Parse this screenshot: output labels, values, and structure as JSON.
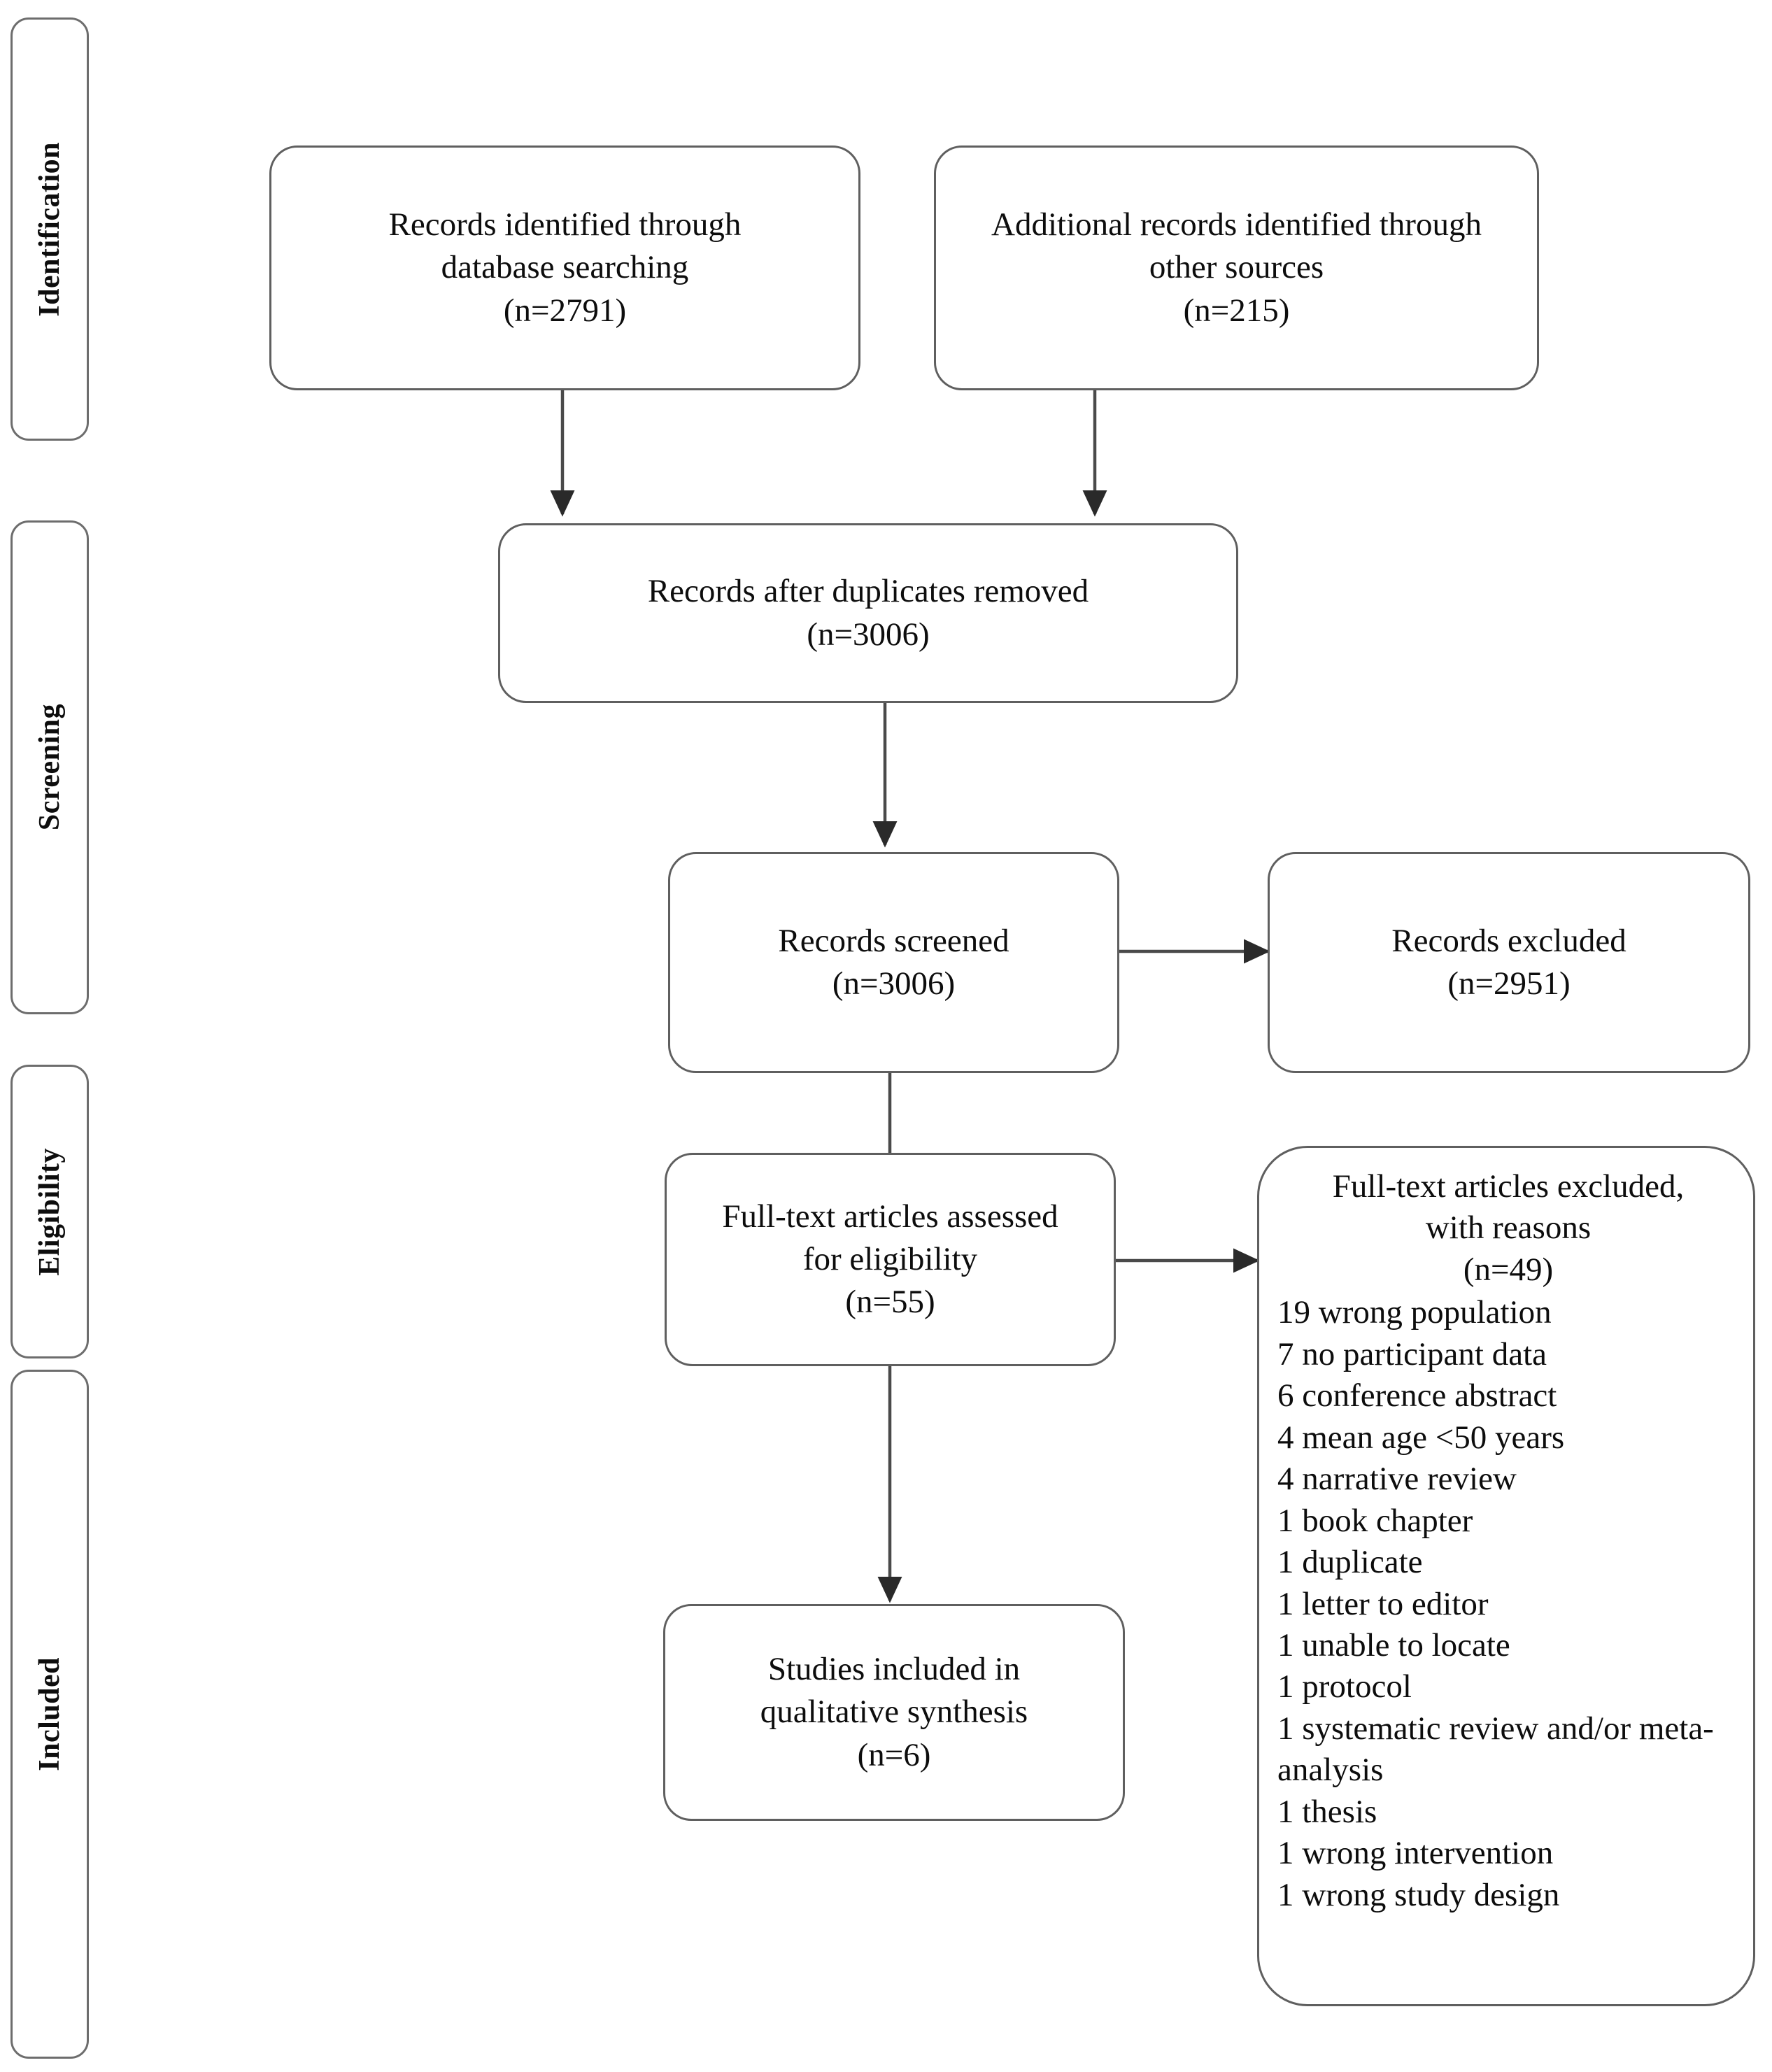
{
  "figure": {
    "type": "prisma-flow-diagram",
    "line_color": "#5f5f5f",
    "text_color": "#0d0d0d",
    "background": "#ffffff"
  },
  "stages": [
    {
      "id": "identification",
      "label": "Identification"
    },
    {
      "id": "screening",
      "label": "Screening"
    },
    {
      "id": "eligibility",
      "label": "Eligibility"
    },
    {
      "id": "included",
      "label": "Included"
    }
  ],
  "boxes": {
    "database_records": {
      "line1": "Records identified through",
      "line2": "database searching",
      "count": "(n=2791)",
      "text": "Records identified through\ndatabase searching\n(n=2791)"
    },
    "other_records": {
      "line1": "Additional records identified through",
      "line2": "other sources",
      "count": "(n=215)",
      "text": "Additional records identified through\nother sources\n(n=215)"
    },
    "duplicates_removed": {
      "line1": "Records after duplicates removed",
      "count": "(n=3006)",
      "text": "Records after duplicates removed\n(n=3006)"
    },
    "records_screened": {
      "line1": "Records screened",
      "count": "(n=3006)",
      "text": "Records screened\n(n=3006)"
    },
    "records_excluded": {
      "line1": "Records excluded",
      "count": "(n=2951)",
      "text": "Records excluded\n(n=2951)"
    },
    "fulltext_assessed": {
      "line1": "Full-text articles assessed",
      "line2": "for eligibility",
      "count": "(n=55)",
      "text": "Full-text articles assessed\nfor eligibility\n(n=55)"
    },
    "fulltext_excluded": {
      "heading": "Full-text articles excluded,\nwith reasons\n(n=49)",
      "heading_line1": "Full-text articles excluded,",
      "heading_line2": "with reasons",
      "count": "(n=49)",
      "reasons": [
        "19 wrong population",
        "7 no participant data",
        "6 conference abstract",
        "4 mean age <50 years",
        "4 narrative review",
        "1 book chapter",
        "1 duplicate",
        "1 letter to editor",
        "1 unable to locate",
        "1 protocol",
        "1 systematic review and/or meta-analysis",
        "1 thesis",
        "1 wrong intervention",
        "1 wrong study design"
      ]
    },
    "studies_included": {
      "line1": "Studies included in",
      "line2": "qualitative synthesis",
      "count": "(n=6)",
      "text": "Studies included in\nqualitative synthesis\n(n=6)"
    }
  },
  "connectors": [
    {
      "id": "database-to-duplicates",
      "from": "database_records",
      "to": "duplicates_removed",
      "direction": "down"
    },
    {
      "id": "other-to-duplicates",
      "from": "other_records",
      "to": "duplicates_removed",
      "direction": "down"
    },
    {
      "id": "duplicates-to-screened",
      "from": "duplicates_removed",
      "to": "records_screened",
      "direction": "down"
    },
    {
      "id": "screened-to-excluded",
      "from": "records_screened",
      "to": "records_excluded",
      "direction": "right"
    },
    {
      "id": "screened-to-fulltext",
      "from": "records_screened",
      "to": "fulltext_assessed",
      "direction": "down"
    },
    {
      "id": "fulltext-to-reasons",
      "from": "fulltext_assessed",
      "to": "fulltext_excluded",
      "direction": "right"
    },
    {
      "id": "fulltext-to-included",
      "from": "fulltext_assessed",
      "to": "studies_included",
      "direction": "down"
    }
  ]
}
